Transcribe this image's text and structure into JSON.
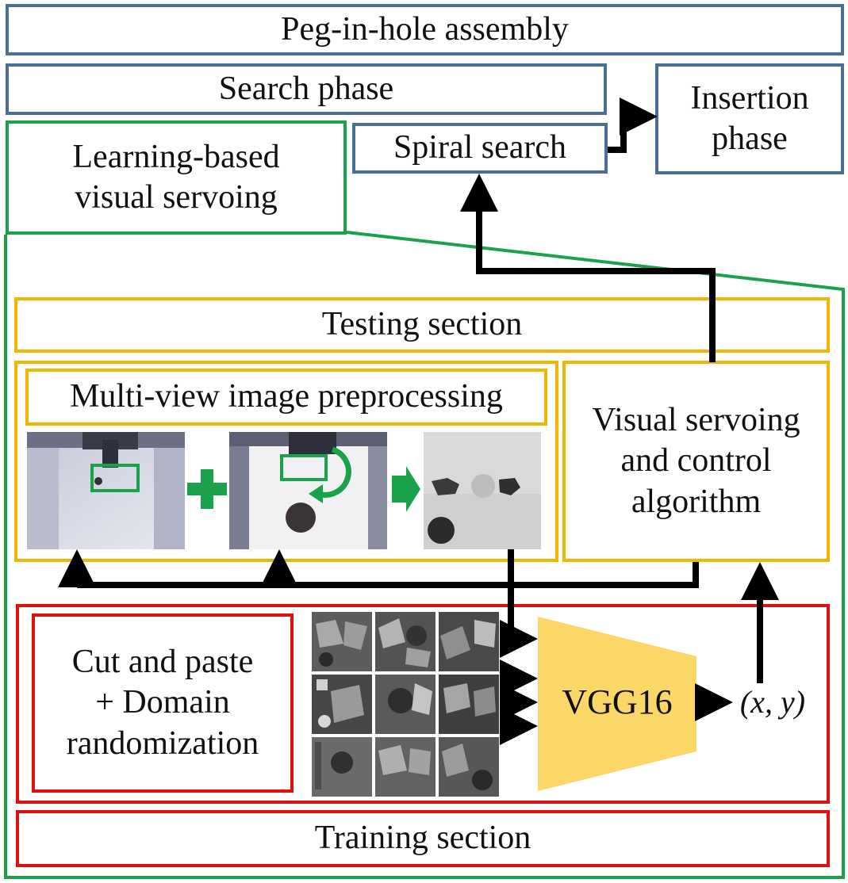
{
  "title": "Peg-in-hole assembly",
  "search_phase": "Search phase",
  "spiral_search": "Spiral search",
  "insertion_phase": "Insertion\nphase",
  "learning_based": "Learning-based\nvisual servoing",
  "testing_section": "Testing section",
  "preprocessing": "Multi-view image preprocessing",
  "visual_servoing": "Visual servoing\nand control\nalgorithm",
  "cut_paste": "Cut and paste\n+ Domain\nrandomization",
  "network": "VGG16",
  "output": "(x, y)",
  "training_section": "Training section",
  "colors": {
    "blue": "#4a6f96",
    "green": "#1aa24a",
    "yellow": "#f4b400",
    "red": "#e01010",
    "vgg_fill": "#fad766",
    "arrow": "#000000"
  }
}
